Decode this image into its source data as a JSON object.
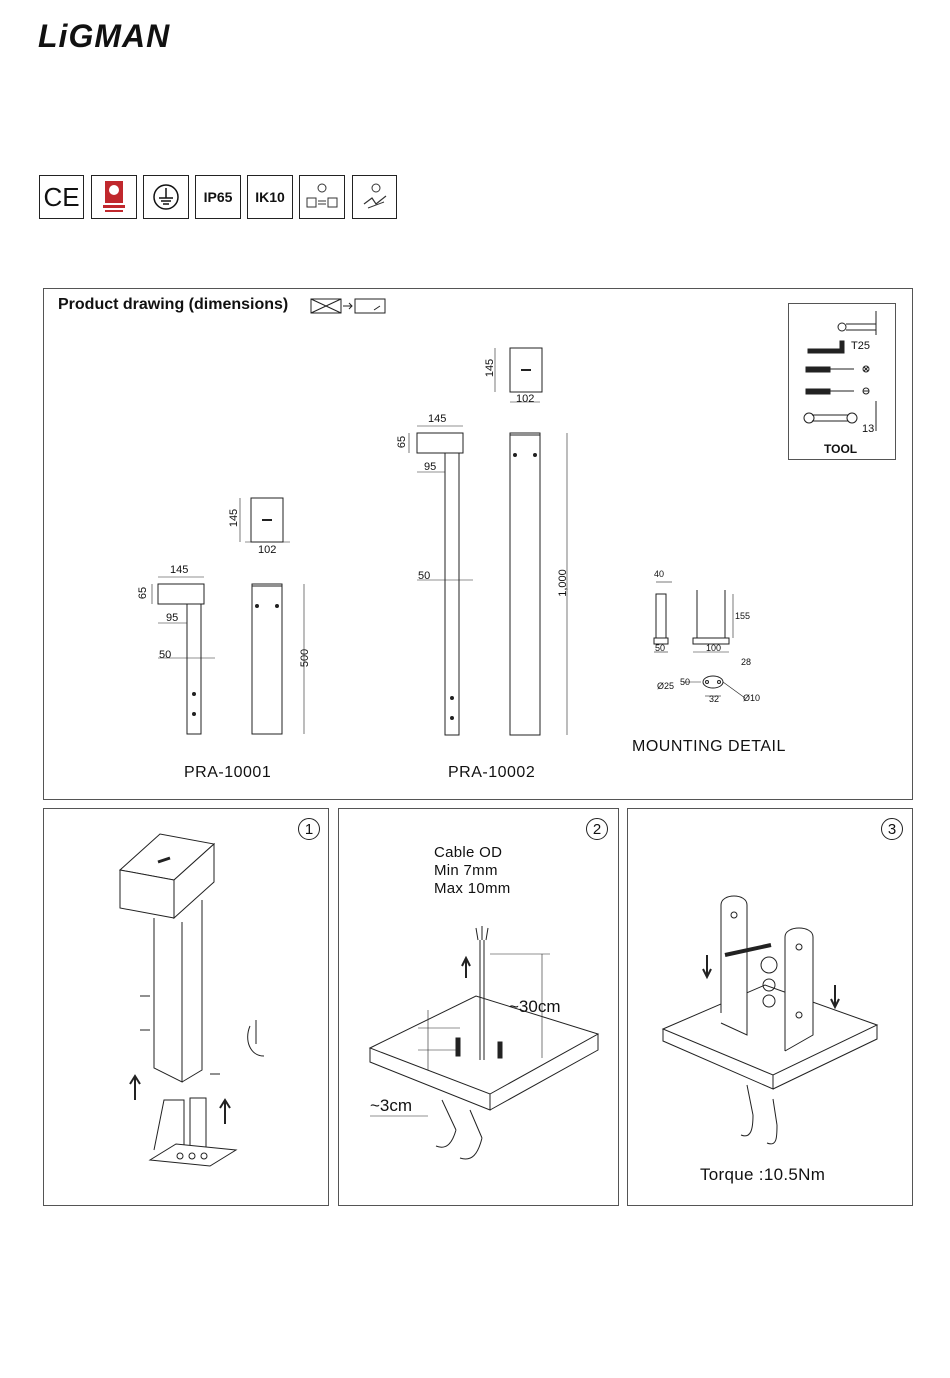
{
  "brand": {
    "logo_text": "LiGMAN"
  },
  "certifications": [
    {
      "icon": "ce-mark-icon",
      "text": "CE"
    },
    {
      "icon": "saa-approval-icon",
      "text": ""
    },
    {
      "icon": "earth-ground-icon",
      "text": ""
    },
    {
      "icon": "ip-rating-icon",
      "text": "IP65"
    },
    {
      "icon": "ik-rating-icon",
      "text": "IK10"
    },
    {
      "icon": "installer-icon",
      "text": ""
    },
    {
      "icon": "recycle-icon",
      "text": ""
    }
  ],
  "product_drawing": {
    "title": "Product drawing (dimensions)",
    "tool": {
      "title": "TOOL",
      "torx_label": "T25",
      "wrench_label": "13"
    },
    "model_a": {
      "name": "PRA-10001",
      "dims": {
        "head_width": "145",
        "head_height": "65",
        "offset": "95",
        "post": "50",
        "top_depth": "145",
        "top_width": "102",
        "height": "500"
      }
    },
    "model_b": {
      "name": "PRA-10002",
      "dims": {
        "head_width": "145",
        "head_height": "65",
        "offset": "95",
        "post": "50",
        "top_depth": "145",
        "top_width": "102",
        "height": "1,000"
      }
    },
    "mounting": {
      "title": "MOUNTING DETAIL",
      "dims": {
        "w40": "40",
        "h155": "155",
        "w50": "50",
        "w100": "100",
        "d28": "28",
        "d25": "Ø25",
        "d50": "50",
        "d32": "32",
        "d10": "Ø10"
      }
    }
  },
  "steps": [
    {
      "number": "1"
    },
    {
      "number": "2",
      "cable_lines": [
        "Cable OD",
        "Min 7mm",
        "Max 10mm"
      ],
      "height_label": "~30cm",
      "depth_label": "~3cm"
    },
    {
      "number": "3",
      "torque": "Torque :10.5Nm"
    }
  ]
}
